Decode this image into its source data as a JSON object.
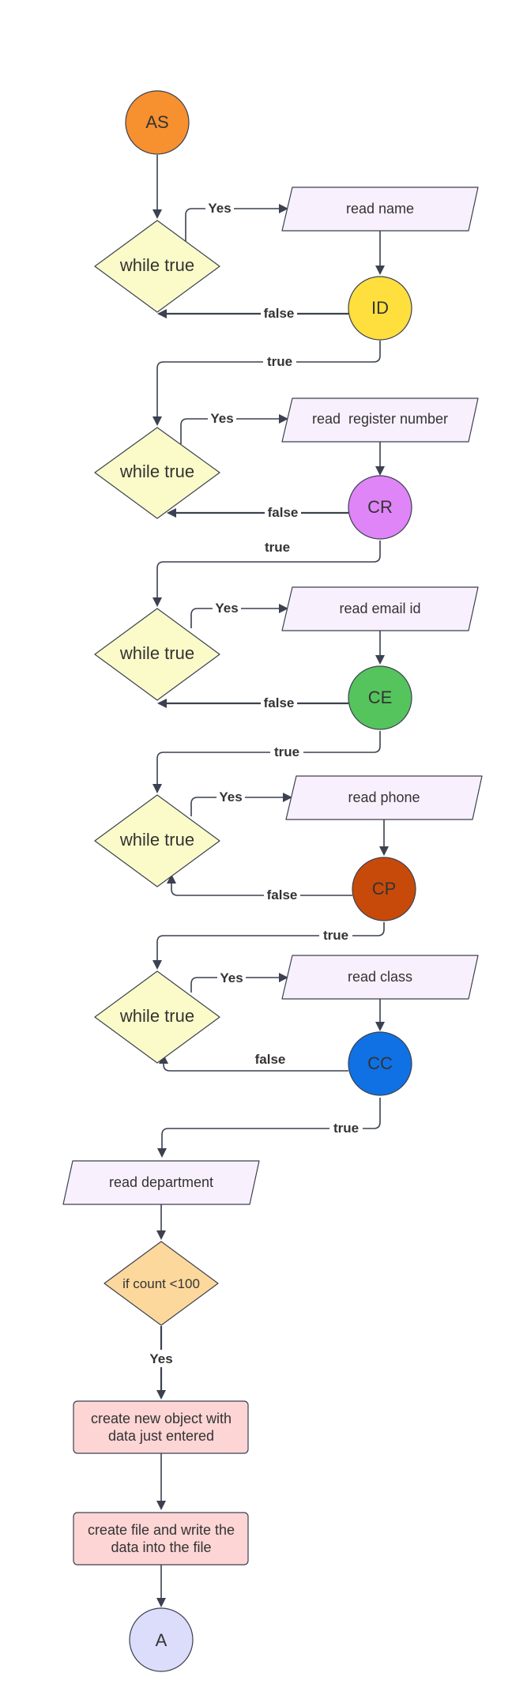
{
  "nodes": {
    "as": {
      "label": "AS",
      "color": "#f7902f"
    },
    "loop1": {
      "label": "while true",
      "color": "#fbfbc9"
    },
    "read_name": {
      "label": "read name",
      "color": "#f9f0fd"
    },
    "id": {
      "label": "ID",
      "color": "#ffdf3e"
    },
    "loop2": {
      "label": "while true",
      "color": "#fbfbc9"
    },
    "read_register": {
      "label": "read  register number",
      "color": "#f9f0fd"
    },
    "cr": {
      "label": "CR",
      "color": "#df85f7"
    },
    "loop3": {
      "label": "while true",
      "color": "#fbfbc9"
    },
    "read_email": {
      "label": "read email id",
      "color": "#f9f0fd"
    },
    "ce": {
      "label": "CE",
      "color": "#55c45c"
    },
    "loop4": {
      "label": "while true",
      "color": "#fbfbc9"
    },
    "read_phone": {
      "label": "read phone",
      "color": "#f9f0fd"
    },
    "cp": {
      "label": "CP",
      "color": "#c84a0a"
    },
    "loop5": {
      "label": "while true",
      "color": "#fbfbc9"
    },
    "read_class": {
      "label": "read class",
      "color": "#f9f0fd"
    },
    "cc": {
      "label": "CC",
      "color": "#1071e5"
    },
    "read_department": {
      "label": "read department",
      "color": "#f9f0fd"
    },
    "if_count": {
      "label": "if count <100",
      "color": "#fdd89d"
    },
    "create_object": {
      "label_line1": "create new object with",
      "label_line2": "data just entered",
      "color": "#fdd5d5"
    },
    "create_file": {
      "label_line1": "create file and write the",
      "label_line2": "data into the file",
      "color": "#fdd5d5"
    },
    "a": {
      "label": "A",
      "color": "#dcdcfb"
    }
  },
  "edge_labels": {
    "yes": "Yes",
    "false": "false",
    "true": "true"
  }
}
